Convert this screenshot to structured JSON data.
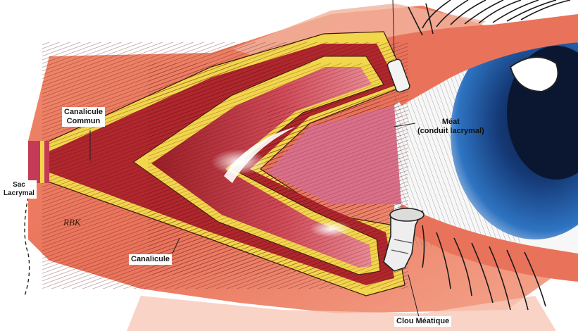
{
  "labels": {
    "canalicule_commun": {
      "line1": "Canalicule",
      "line2": "Commun"
    },
    "sac_lacrymal": {
      "line1": "Sac",
      "line2": "Lacrymal"
    },
    "meat": {
      "line1": "Méat",
      "line2": "(conduit lacrymal)"
    },
    "canalicule": {
      "text": "Canalicule"
    },
    "clou_meatique": {
      "text": "Clou Méatique"
    }
  },
  "artist_signature": "RBK",
  "colors": {
    "skin": "#e9735a",
    "skin_light": "#f4a58c",
    "yellow_layer": "#f2d64b",
    "canal_red": "#b0272d",
    "canal_dark": "#6e1016",
    "iris": "#1f5ea8",
    "pupil": "#0b1730",
    "sclera": "#f7f7f7",
    "punctal_plug": "#eeeeee"
  }
}
